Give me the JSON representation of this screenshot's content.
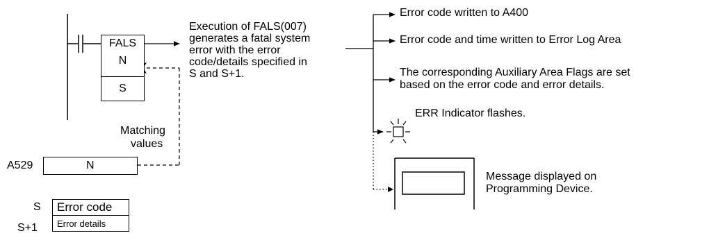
{
  "ladder": {
    "instruction": "FALS",
    "operand_n": "N",
    "operand_s": "S"
  },
  "execution_note": [
    "Execution of FALS(007)",
    "generates a fatal system",
    "error with the error",
    "code/details specified in",
    "S and S+1."
  ],
  "matching_label": [
    "Matching",
    "values"
  ],
  "a529": {
    "address": "A529",
    "value": "N"
  },
  "results": {
    "error_code_a400": "Error code written to A400",
    "error_log": "Error code and time written to Error Log Area",
    "aux_flags": [
      "The corresponding Auxiliary Area Flags are set",
      "based on the error code and error details."
    ],
    "err_indicator": "ERR Indicator flashes.",
    "message": [
      "Message displayed on",
      "Programming Device."
    ]
  },
  "memory": {
    "s_label": "S",
    "s_value": "Error code",
    "s1_label": "S+1",
    "s1_value": "Error details"
  },
  "colors": {
    "line": "#000000",
    "background": "#ffffff"
  }
}
